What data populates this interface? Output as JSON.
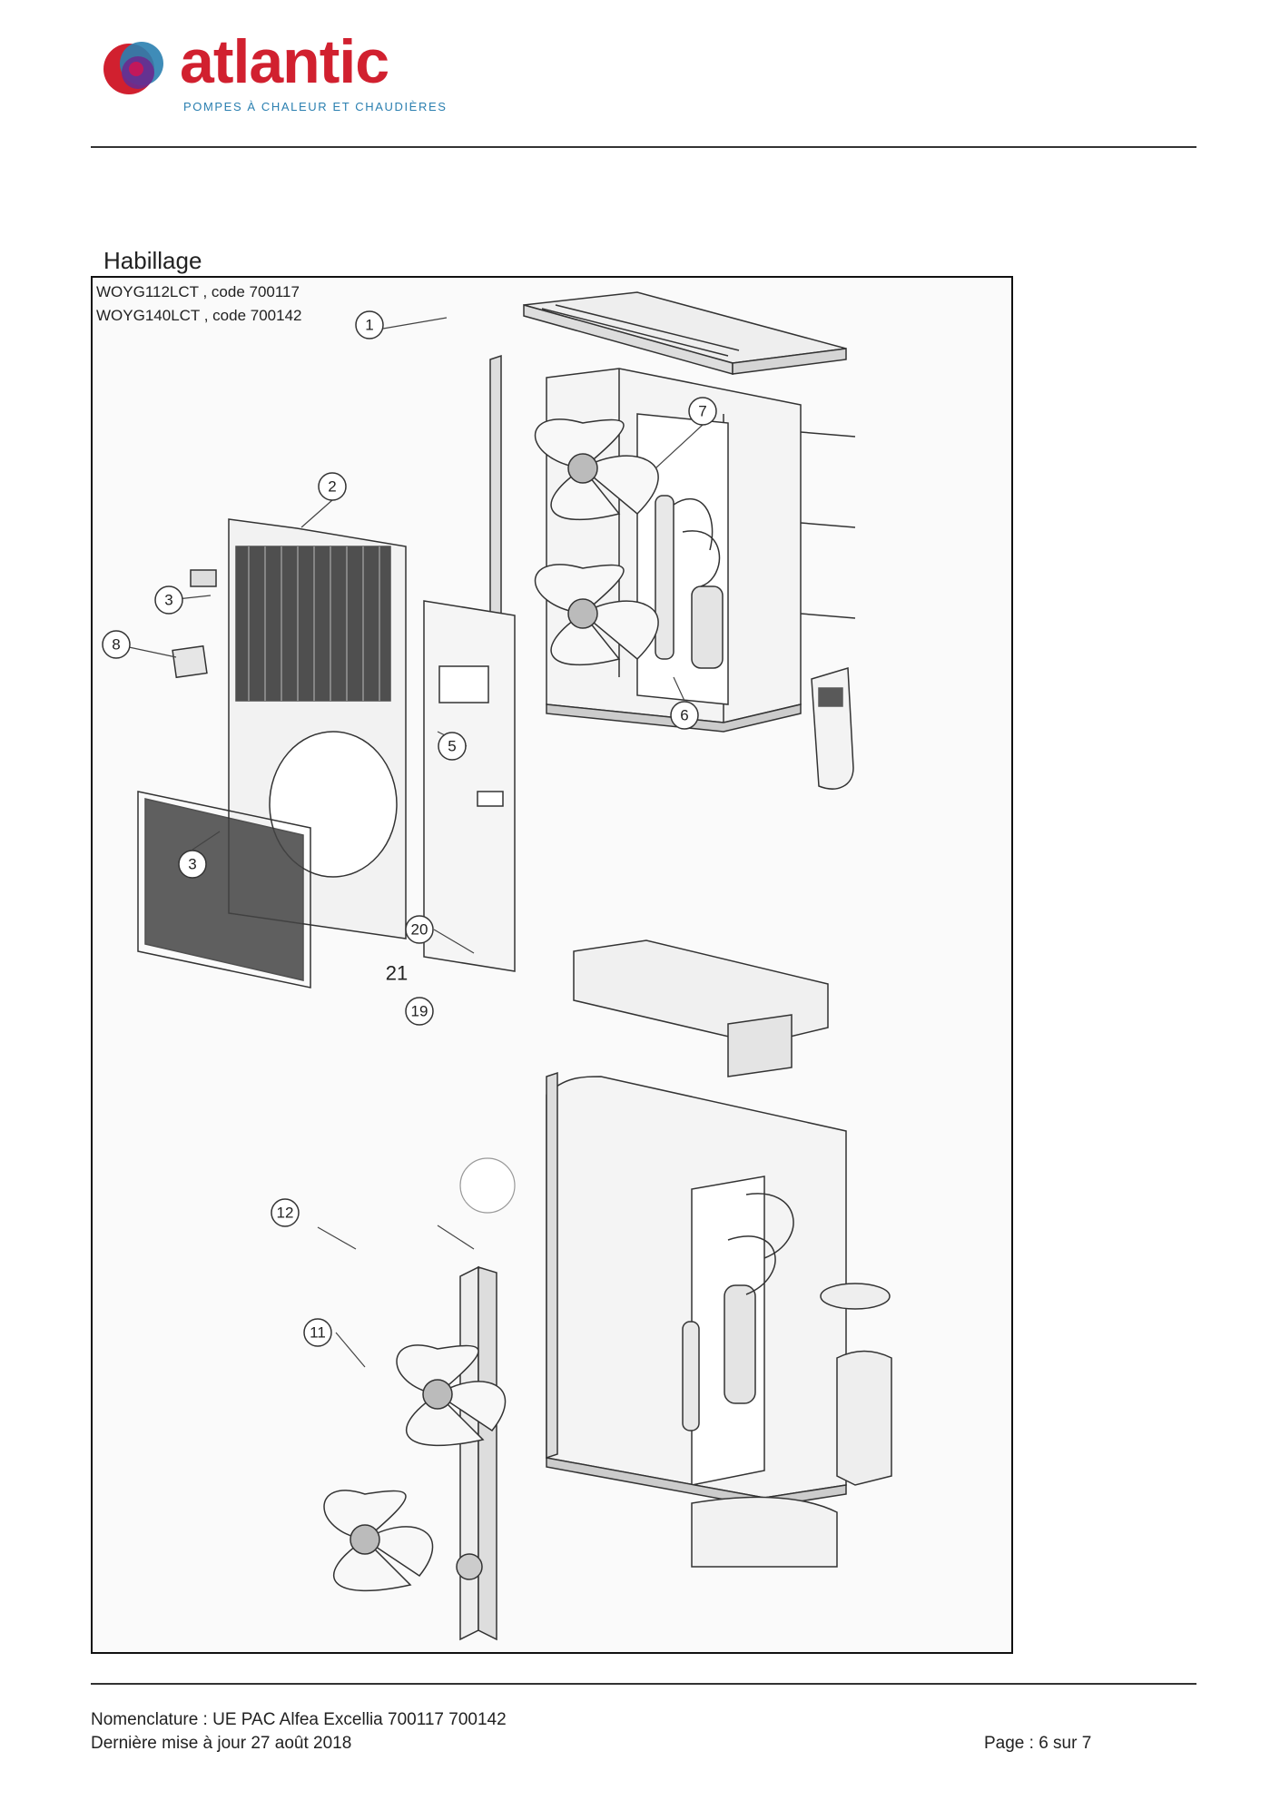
{
  "brand": {
    "name": "atlantic",
    "tagline": "POMPES À CHALEUR ET CHAUDIÈRES",
    "colors": {
      "red": "#d1202f",
      "blue": "#2a7fb0",
      "purple": "#6a2b8f"
    }
  },
  "section_title": "Habillage",
  "models": [
    "WOYG112LCT , code 700117",
    "WOYG140LCT , code 700142"
  ],
  "callouts": [
    "1",
    "2",
    "3",
    "8",
    "3",
    "5",
    "6",
    "7",
    "20",
    "21",
    "19",
    "12",
    "11"
  ],
  "footer": {
    "line1": "Nomenclature : UE PAC Alfea Excellia 700117 700142",
    "line2": "Dernière mise à jour 27 août 2018",
    "page": "Page : 6 sur 7"
  }
}
